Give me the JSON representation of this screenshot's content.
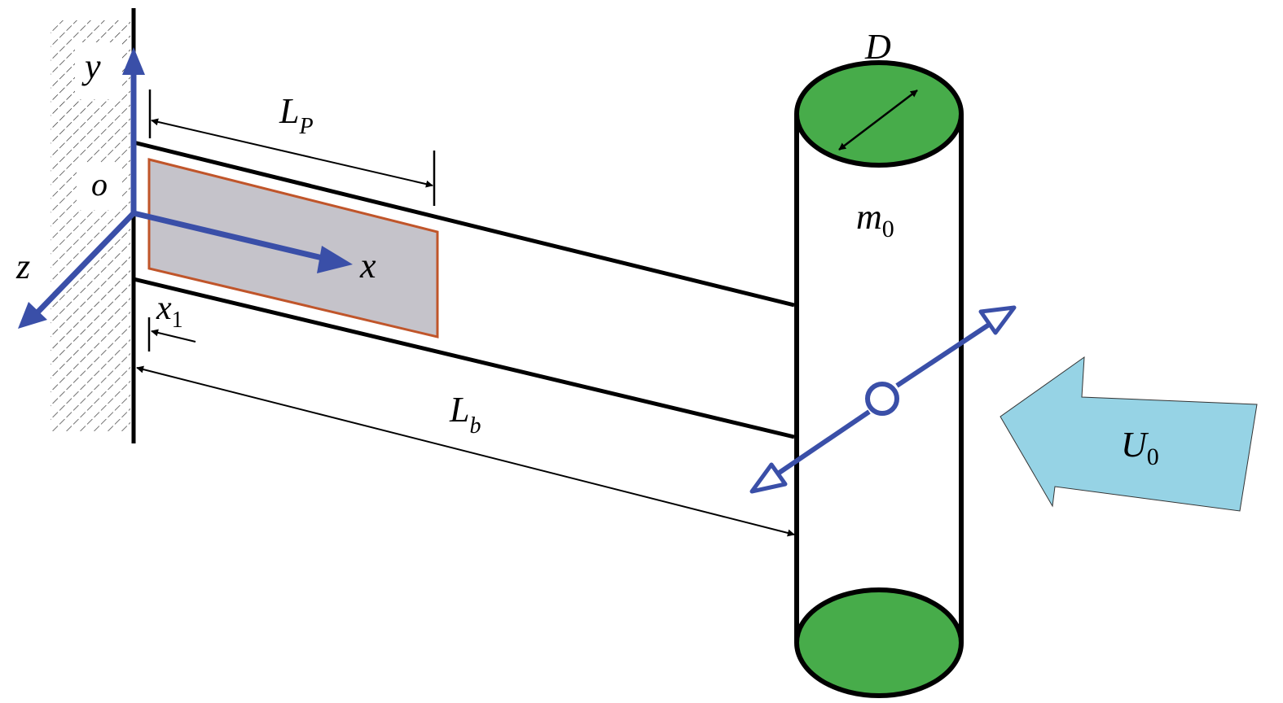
{
  "labels": {
    "y_axis": "y",
    "origin": "o",
    "z_axis": "z",
    "x_axis": "x",
    "piezo_length": {
      "main": "L",
      "sub": "P"
    },
    "beam_length": {
      "main": "L",
      "sub": "b"
    },
    "offset": {
      "main": "x",
      "sub": "1"
    },
    "diameter": "D",
    "mass": {
      "main": "m",
      "sub": "0"
    },
    "flow_velocity": {
      "main": "U",
      "sub": "0"
    }
  },
  "colors": {
    "axis": "#3a4fa8",
    "piezo_fill": "#c5c3ca",
    "piezo_border": "#c0552a",
    "cylinder_cap": "#47ac4a",
    "flow_arrow": "#96d3e5",
    "line": "#000000"
  },
  "icons": {
    "wall": "hatched-wall",
    "flow": "flow-arrow",
    "vibration": "double-headed-arrow"
  }
}
